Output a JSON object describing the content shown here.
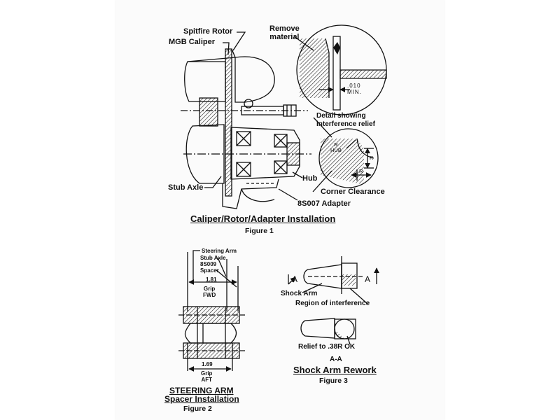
{
  "figure1": {
    "labels": {
      "spitfire_rotor": "Spitfire Rotor",
      "mgb_caliper": "MGB Caliper",
      "remove_material": "Remove\nmaterial",
      "clearance_min": ".010\nMIN.",
      "detail_interference": "Detail showing\ninterference relief",
      "stub_axle": "Stub Axle",
      "hub": "Hub",
      "corner_clearance": "Corner Clearance",
      "adapter": "8S007 Adapter",
      "hub_r": "R\nHUB",
      "r_vertical": "R",
      "r_horizontal": "R"
    },
    "caption": "Caliper/Rotor/Adapter Installation",
    "figure_label": "Figure 1"
  },
  "figure2": {
    "labels": {
      "steering_arm": "Steering Arm",
      "stub_axle": "Stub Axle",
      "spacer_part": "8S009",
      "spacer": "Spacer",
      "grip_fwd_value": "1.81",
      "grip_fwd": "Grip\nFWD",
      "grip_aft_value": "1.69",
      "grip_aft": "Grip\nAFT"
    },
    "caption_line1": "STEERING ARM",
    "caption_line2": "Spacer Installation",
    "figure_label": "Figure 2"
  },
  "figure3": {
    "labels": {
      "section_a_left": "A",
      "section_a_right": "A",
      "shock_arm": "Shock Arm",
      "region_interference": "Region of interference",
      "relief": "Relief to .38R OK",
      "section_aa": "A-A"
    },
    "caption": "Shock Arm Rework",
    "figure_label": "Figure 3"
  },
  "colors": {
    "ink": "#111111",
    "paper": "#fbfbfb",
    "background": "#ffffff"
  }
}
